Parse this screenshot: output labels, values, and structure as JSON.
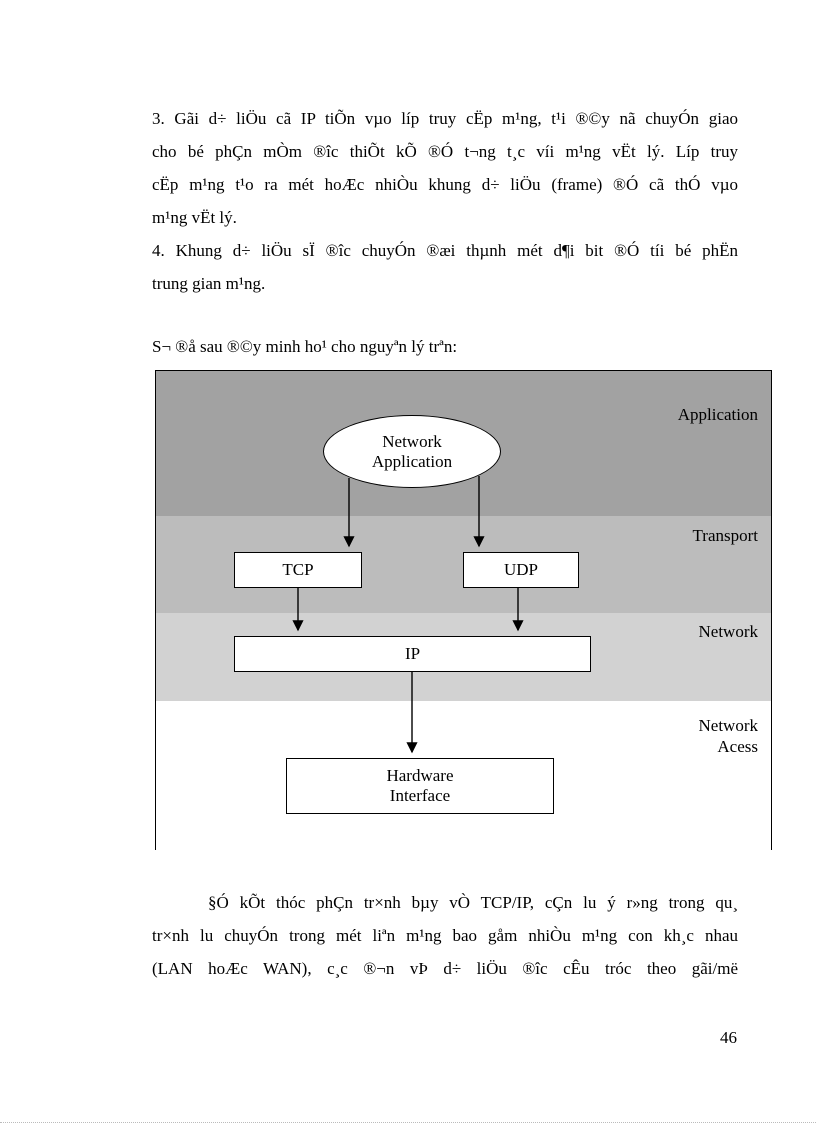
{
  "page": {
    "number": "46"
  },
  "document": {
    "item3": {
      "lines": [
        "3. Gãi d÷ liÖu cã IP tiÕn vµo líp truy cËp m¹ng, t¹i ®©y nã chuyÓn giao",
        "cho bé phÇn mÒm ®îc thiÕt kÕ ®Ó t¬ng t¸c víi m¹ng vËt lý. Líp truy",
        "cËp m¹ng t¹o ra mét hoÆc nhiÒu khung d÷ liÖu (frame) ®Ó cã thÓ vµo",
        "m¹ng vËt lý."
      ]
    },
    "item4": {
      "lines": [
        "4. Khung d÷ liÖu sÏ ®îc chuyÓn ®æi thµnh mét d¶i bit ®Ó tíi bé phËn",
        "trung gian m¹ng."
      ]
    },
    "intro": "S¬ ®å sau ®©y minh ho¹ cho nguyªn lý trªn:",
    "closing": {
      "lines": [
        "§Ó kÕt thóc phÇn tr×nh bµy vÒ TCP/IP, cÇn lu ý r»ng trong qu¸",
        "tr×nh lu chuyÓn trong mét liªn m¹ng bao gåm nhiÒu m¹ng con kh¸c nhau",
        "(LAN hoÆc WAN), c¸c ®¬n vÞ d÷ liÖu ®îc cÊu tróc theo gãi/më"
      ]
    }
  },
  "diagram": {
    "layers": [
      {
        "label": "Application"
      },
      {
        "label": "Transport"
      },
      {
        "label": "Network"
      },
      {
        "label": "Network\nAcess"
      }
    ],
    "nodes": {
      "network_application": "Network\nApplication",
      "tcp": "TCP",
      "udp": "UDP",
      "ip": "IP",
      "hardware_interface": "Hardware\nInterface"
    },
    "colors": {
      "application_band": "#a2a2a2",
      "transport_band": "#bcbcbc",
      "network_band": "#d2d2d2",
      "network_access_band": "#ffffff"
    }
  }
}
